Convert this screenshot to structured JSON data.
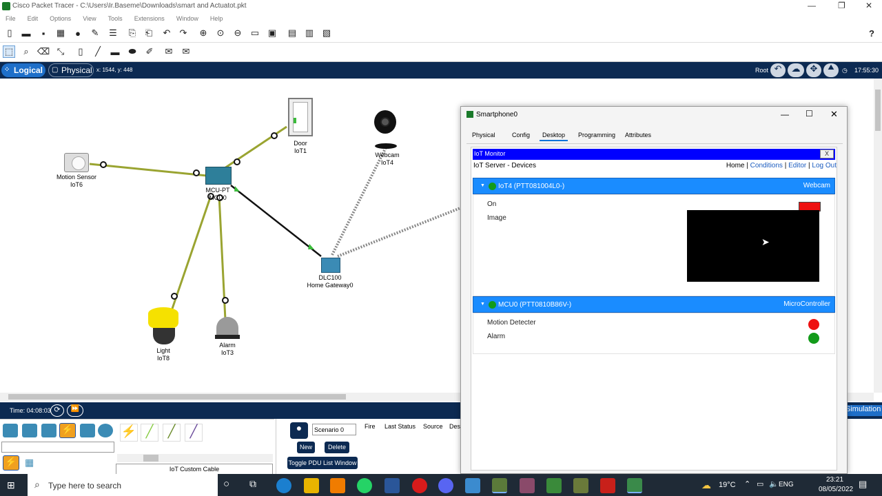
{
  "window": {
    "title": "Cisco Packet Tracer - C:\\Users\\Ir.Baseme\\Downloads\\smart and Actuatot.pkt",
    "controls": [
      "—",
      "❐",
      "✕"
    ]
  },
  "menu": [
    "File",
    "Edit",
    "Options",
    "View",
    "Tools",
    "Extensions",
    "Window",
    "Help"
  ],
  "help_label": "?",
  "modebar": {
    "logical_label": "Logical",
    "physical_label": "Physical",
    "coords": "x: 1544, y: 448",
    "root_label": "Root",
    "clock": "17:55:30"
  },
  "devices": {
    "motion_sensor": {
      "label": "Motion Sensor",
      "id": "IoT6"
    },
    "mcu": {
      "label": "MCU-PT",
      "id": "MCU0"
    },
    "door": {
      "label": "Door",
      "id": "IoT1"
    },
    "webcam": {
      "label": "Webcam",
      "id": "IoT4"
    },
    "gateway": {
      "label": "DLC100",
      "id": "Home Gateway0"
    },
    "light": {
      "label": "Light",
      "id": "IoT8"
    },
    "alarm": {
      "label": "Alarm",
      "id": "IoT3"
    }
  },
  "bottom": {
    "time": "Time: 04:08:03",
    "scenario": "Scenario 0",
    "new_label": "New",
    "delete_label": "Delete",
    "toggle_label": "Toggle PDU List Window",
    "cable_label": "IoT Custom Cable",
    "columns": [
      "Fire",
      "Last Status",
      "Source",
      "Dest"
    ],
    "simulation": "Simulation"
  },
  "smartphone": {
    "title": "Smartphone0",
    "tabs": [
      "Physical",
      "Config",
      "Desktop",
      "Programming",
      "Attributes"
    ],
    "active_tab": "Desktop",
    "iot_monitor": "IoT Monitor",
    "close": "X",
    "server_label": "IoT Server - Devices",
    "nav": {
      "home": "Home",
      "conditions": "Conditions",
      "editor": "Editor",
      "logout": "Log Out",
      "sep": "|"
    },
    "device1": {
      "name": "IoT4 (PTT081004L0-)",
      "type": "Webcam",
      "prop_on": "On",
      "prop_image": "Image",
      "on_color": "#ee1111"
    },
    "device2": {
      "name": "MCU0 (PTT0810B86V-)",
      "type": "MicroController",
      "prop_motion": "Motion Detecter",
      "prop_alarm": "Alarm",
      "motion_color": "#ee1111",
      "alarm_color": "#139b1a"
    }
  },
  "taskbar": {
    "search_placeholder": "Type here to search",
    "temp": "19°C",
    "lang": "ENG",
    "time": "23:21",
    "date": "08/05/2022"
  }
}
